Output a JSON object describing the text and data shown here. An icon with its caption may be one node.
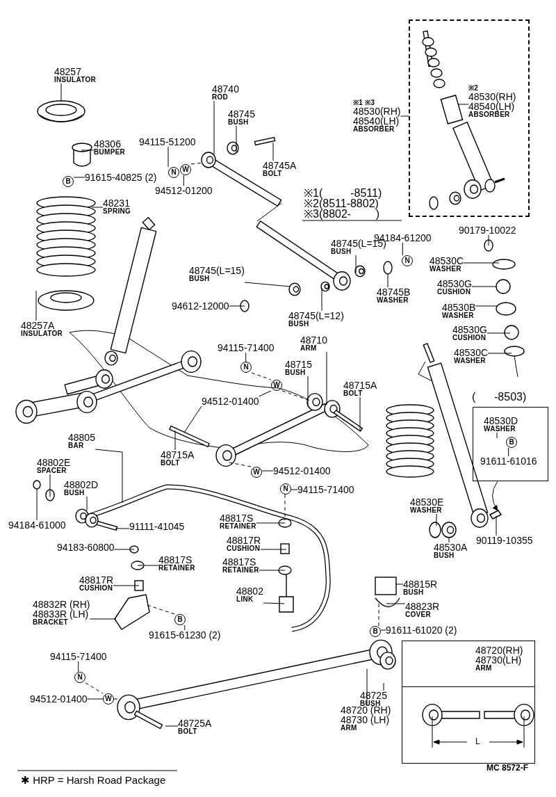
{
  "diagram": {
    "nodes": [
      {
        "text": [
          "48257",
          "INSULATOR"
        ]
      },
      {
        "text": [
          "48306",
          "BUMPER"
        ]
      },
      {
        "text": [
          "91615-40825 (2)"
        ]
      },
      {
        "text": [
          "B"
        ]
      },
      {
        "text": [
          "48231",
          "SPRING"
        ]
      },
      {
        "text": [
          "48257A",
          "INSULATOR"
        ]
      },
      {
        "text": [
          "48740",
          "ROD"
        ]
      },
      {
        "text": [
          "48745",
          "BUSH"
        ]
      },
      {
        "text": [
          "94115-51200"
        ]
      },
      {
        "text": [
          "N"
        ]
      },
      {
        "text": [
          "W"
        ]
      },
      {
        "text": [
          "94512-01200"
        ]
      },
      {
        "text": [
          "48745A",
          "BOLT"
        ]
      },
      {
        "text": [],
        "shape": "box"
      },
      {
        "text": [
          "※2",
          "48530(RH)",
          "48540(LH)",
          "ABSORBER"
        ],
        "in": 13
      },
      {
        "text": [
          "※1 ※3",
          "48530(RH)",
          "48540(LH)",
          "ABSORBER"
        ]
      },
      {
        "text": [
          "48745(L=15)",
          "BUSH"
        ]
      },
      {
        "text": [
          "94184-61200"
        ]
      },
      {
        "text": [
          "N"
        ]
      },
      {
        "text": [
          "48745B",
          "WASHER"
        ]
      },
      {
        "text": [
          "48745(L=15)",
          "BUSH"
        ]
      },
      {
        "text": [
          "94612-12000"
        ]
      },
      {
        "text": [
          "48745(L=12)",
          "BUSH"
        ]
      },
      {
        "text": [
          "90179-10022"
        ]
      },
      {
        "text": [
          "48530C",
          "WASHER"
        ]
      },
      {
        "text": [
          "48530G",
          "CUSHION"
        ]
      },
      {
        "text": [
          "48530B",
          "WASHER"
        ]
      },
      {
        "text": [
          "48530G",
          "CUSHION"
        ]
      },
      {
        "text": [
          "48530C",
          "WASHER"
        ]
      },
      {
        "text": [
          "94115-71400"
        ]
      },
      {
        "text": [
          "N"
        ]
      },
      {
        "text": [
          "W"
        ]
      },
      {
        "text": [
          "48710",
          "ARM"
        ]
      },
      {
        "text": [
          "48715",
          "BUSH"
        ]
      },
      {
        "text": [
          "48715A",
          "BOLT"
        ]
      },
      {
        "text": [
          "94512-01400"
        ]
      },
      {
        "text": [
          "48715A",
          "BOLT"
        ]
      },
      {
        "text": [
          "(      -8503)"
        ]
      },
      {
        "text": [
          "48530D",
          "WASHER"
        ],
        "in": 37
      },
      {
        "text": [
          "B"
        ],
        "in": 37
      },
      {
        "text": [
          "91611-61016"
        ],
        "in": 37
      },
      {
        "text": [
          "48805",
          "BAR"
        ]
      },
      {
        "text": [
          "48802E",
          "SPACER"
        ]
      },
      {
        "text": [
          "48802D",
          "BUSH"
        ]
      },
      {
        "text": [
          "94184-61000"
        ]
      },
      {
        "text": [
          "91111-41045"
        ]
      },
      {
        "text": [
          "W"
        ]
      },
      {
        "text": [
          "94512-01400"
        ]
      },
      {
        "text": [
          "N"
        ]
      },
      {
        "text": [
          "94115-71400"
        ]
      },
      {
        "text": [
          "48817S",
          "RETAINER"
        ]
      },
      {
        "text": [
          "48530E",
          "WASHER"
        ]
      },
      {
        "text": [
          "48530A",
          "BUSH"
        ]
      },
      {
        "text": [
          "90119-10355"
        ]
      },
      {
        "text": [
          "94183-60800"
        ]
      },
      {
        "text": [
          "48817S",
          "RETAINER"
        ]
      },
      {
        "text": [
          "48817R",
          "CUSHION"
        ]
      },
      {
        "text": [
          "48817S",
          "RETAINER"
        ]
      },
      {
        "text": [
          "48817R",
          "CUSHION"
        ]
      },
      {
        "text": [
          "48802",
          "LINK"
        ]
      },
      {
        "text": [
          "48815R",
          "BUSH"
        ]
      },
      {
        "text": [
          "48823R",
          "COVER"
        ]
      },
      {
        "text": [
          "48832R (RH)",
          "48833R (LH)",
          "BRACKET"
        ]
      },
      {
        "text": [
          "B"
        ]
      },
      {
        "text": [
          "91615-61230 (2)"
        ]
      },
      {
        "text": [
          "B"
        ]
      },
      {
        "text": [
          "91611-61020 (2)"
        ]
      },
      {
        "text": [
          "94115-71400"
        ]
      },
      {
        "text": [
          "N"
        ]
      },
      {
        "text": [
          "94512-01400"
        ]
      },
      {
        "text": [
          "W"
        ]
      },
      {
        "text": [
          "48725",
          "BUSH"
        ]
      },
      {
        "text": [
          "48720 (RH)",
          "48730 (LH)",
          "ARM"
        ]
      },
      {
        "text": [
          "48725A",
          "BOLT"
        ]
      },
      {
        "text": [
          "48720(RH)",
          "48730(LH)",
          "ARM"
        ]
      },
      {
        "text": [],
        "shape": "picture"
      },
      {
        "text": [],
        "shape": "bar"
      },
      {
        "text": [],
        "shape": "picture"
      },
      {
        "text": [],
        "shape": "picture"
      },
      {
        "text": [],
        "shape": "bar"
      },
      {
        "text": [],
        "shape": "circle"
      },
      {
        "text": [],
        "shape": "circle"
      },
      {
        "text": [],
        "shape": "circle"
      },
      {
        "text": [],
        "shape": "picture"
      },
      {
        "text": [],
        "shape": "circle"
      },
      {
        "text": [],
        "shape": "picture"
      },
      {
        "text": [],
        "shape": "picture"
      },
      {
        "text": [],
        "shape": "circle"
      },
      {
        "text": [],
        "shape": "circle"
      },
      {
        "text": [],
        "shape": "circle"
      },
      {
        "text": [],
        "shape": "circle"
      },
      {
        "text": [],
        "shape": "bar"
      },
      {
        "text": [],
        "shape": "bar"
      },
      {
        "text": [],
        "shape": "bar"
      },
      {
        "text": [],
        "shape": "circle"
      },
      {
        "text": [],
        "shape": "circle"
      },
      {
        "text": [],
        "shape": "picture"
      },
      {
        "text": [],
        "shape": "picture"
      },
      {
        "text": [],
        "shape": "circle"
      },
      {
        "text": [],
        "shape": "bar"
      },
      {
        "text": [],
        "shape": "circle"
      },
      {
        "text": [],
        "shape": "picture"
      },
      {
        "text": [],
        "shape": "box"
      },
      {
        "text": [],
        "shape": "circle"
      },
      {
        "text": [],
        "shape": "circle"
      },
      {
        "text": [],
        "shape": "circle"
      },
      {
        "text": [],
        "shape": "box"
      },
      {
        "text": [],
        "shape": "box"
      },
      {
        "text": [],
        "shape": "picture"
      },
      {
        "text": [],
        "shape": "picture"
      }
    ],
    "edges": [
      {
        "from": 0,
        "to": 75,
        "arrow": "none"
      },
      {
        "from": 1,
        "to": 78,
        "arrow": "none"
      },
      {
        "from": 2,
        "to": 3,
        "arrow": "none"
      },
      {
        "from": 4,
        "to": null,
        "arrow": "none"
      },
      {
        "from": 5,
        "to": null,
        "arrow": "none"
      },
      {
        "from": 6,
        "to": 79,
        "arrow": "none"
      },
      {
        "from": 7,
        "to": 77,
        "arrow": "none"
      },
      {
        "from": 8,
        "to": 9,
        "arrow": "none"
      },
      {
        "from": 11,
        "to": 10,
        "arrow": "none"
      },
      {
        "from": 10,
        "to": 79,
        "arrow": "none",
        "style": "dashed"
      },
      {
        "from": 12,
        "to": 76,
        "arrow": "none"
      },
      {
        "from": 15,
        "to": 13,
        "arrow": "none"
      },
      {
        "from": 14,
        "to": null,
        "arrow": "none"
      },
      {
        "from": 16,
        "to": 83,
        "arrow": "none"
      },
      {
        "from": 17,
        "to": 18,
        "arrow": "none"
      },
      {
        "from": 19,
        "to": 82,
        "arrow": "none"
      },
      {
        "from": 20,
        "to": 86,
        "arrow": "none"
      },
      {
        "from": 21,
        "to": 87,
        "arrow": "none"
      },
      {
        "from": 22,
        "to": 85,
        "arrow": "none"
      },
      {
        "from": 23,
        "to": 80,
        "arrow": "none"
      },
      {
        "from": 24,
        "to": 81,
        "arrow": "none"
      },
      {
        "from": 25,
        "to": 84,
        "arrow": "none"
      },
      {
        "from": 26,
        "to": 88,
        "arrow": "none"
      },
      {
        "from": 27,
        "to": 89,
        "arrow": "none"
      },
      {
        "from": 28,
        "to": 90,
        "arrow": "none"
      },
      {
        "from": 29,
        "to": 30,
        "arrow": "none"
      },
      {
        "from": 30,
        "to": 31,
        "arrow": "none",
        "style": "dashed"
      },
      {
        "from": 31,
        "to": 91,
        "arrow": "none",
        "style": "dashed"
      },
      {
        "from": 32,
        "to": 91,
        "arrow": "none"
      },
      {
        "from": 33,
        "to": 91,
        "arrow": "none"
      },
      {
        "from": 34,
        "to": 92,
        "arrow": "none"
      },
      {
        "from": 35,
        "to": 31,
        "arrow": "none"
      },
      {
        "from": 35,
        "to": 93,
        "arrow": "none"
      },
      {
        "from": 36,
        "to": 93,
        "arrow": "none"
      },
      {
        "from": 37,
        "to": 97,
        "arrow": "to"
      },
      {
        "from": 38,
        "to": null,
        "arrow": "none"
      },
      {
        "from": 40,
        "to": 39,
        "arrow": "none"
      },
      {
        "from": 41,
        "to": null,
        "arrow": "none"
      },
      {
        "from": 42,
        "to": 95,
        "arrow": "none"
      },
      {
        "from": 43,
        "to": 96,
        "arrow": "none"
      },
      {
        "from": 44,
        "to": 94,
        "arrow": "none"
      },
      {
        "from": 45,
        "to": 99,
        "arrow": "none"
      },
      {
        "from": 47,
        "to": 46,
        "arrow": "none"
      },
      {
        "from": 46,
        "to": 91,
        "arrow": "none",
        "style": "dashed"
      },
      {
        "from": 49,
        "to": 48,
        "arrow": "none"
      },
      {
        "from": 48,
        "to": 98,
        "arrow": "none",
        "style": "dashed"
      },
      {
        "from": 50,
        "to": 98,
        "arrow": "none"
      },
      {
        "from": 51,
        "to": 100,
        "arrow": "none"
      },
      {
        "from": 52,
        "to": 101,
        "arrow": "none"
      },
      {
        "from": 53,
        "to": 97,
        "arrow": "none"
      },
      {
        "from": 54,
        "to": 103,
        "arrow": "none"
      },
      {
        "from": 55,
        "to": 104,
        "arrow": "none"
      },
      {
        "from": 56,
        "to": 102,
        "arrow": "none"
      },
      {
        "from": 57,
        "to": 105,
        "arrow": "none"
      },
      {
        "from": 58,
        "to": 107,
        "arrow": "none"
      },
      {
        "from": 59,
        "to": null,
        "arrow": "none"
      },
      {
        "from": 60,
        "to": 106,
        "arrow": "none"
      },
      {
        "from": 61,
        "to": 109,
        "arrow": "none"
      },
      {
        "from": 62,
        "to": 108,
        "arrow": "none"
      },
      {
        "from": 64,
        "to": 63,
        "arrow": "none"
      },
      {
        "from": 63,
        "to": 108,
        "arrow": "none",
        "style": "dashed"
      },
      {
        "from": 66,
        "to": 65,
        "arrow": "none"
      },
      {
        "from": 65,
        "to": 109,
        "arrow": "none",
        "style": "dashed"
      },
      {
        "from": 67,
        "to": 68,
        "arrow": "none"
      },
      {
        "from": 68,
        "to": 70,
        "arrow": "none",
        "style": "dashed"
      },
      {
        "from": 69,
        "to": 70,
        "arrow": "none"
      },
      {
        "from": 70,
        "to": null,
        "arrow": "none",
        "style": "dashed"
      },
      {
        "from": 71,
        "to": null,
        "arrow": "none"
      },
      {
        "from": 72,
        "to": null,
        "arrow": "none"
      },
      {
        "from": 73,
        "to": null,
        "arrow": "none"
      }
    ],
    "labels": [
      "※1(         -8511)",
      "※2(8511-8802)",
      "※3(8802-        )",
      "L",
      "MC 8572-F",
      "✱ HRP = Harsh Road Package"
    ]
  }
}
